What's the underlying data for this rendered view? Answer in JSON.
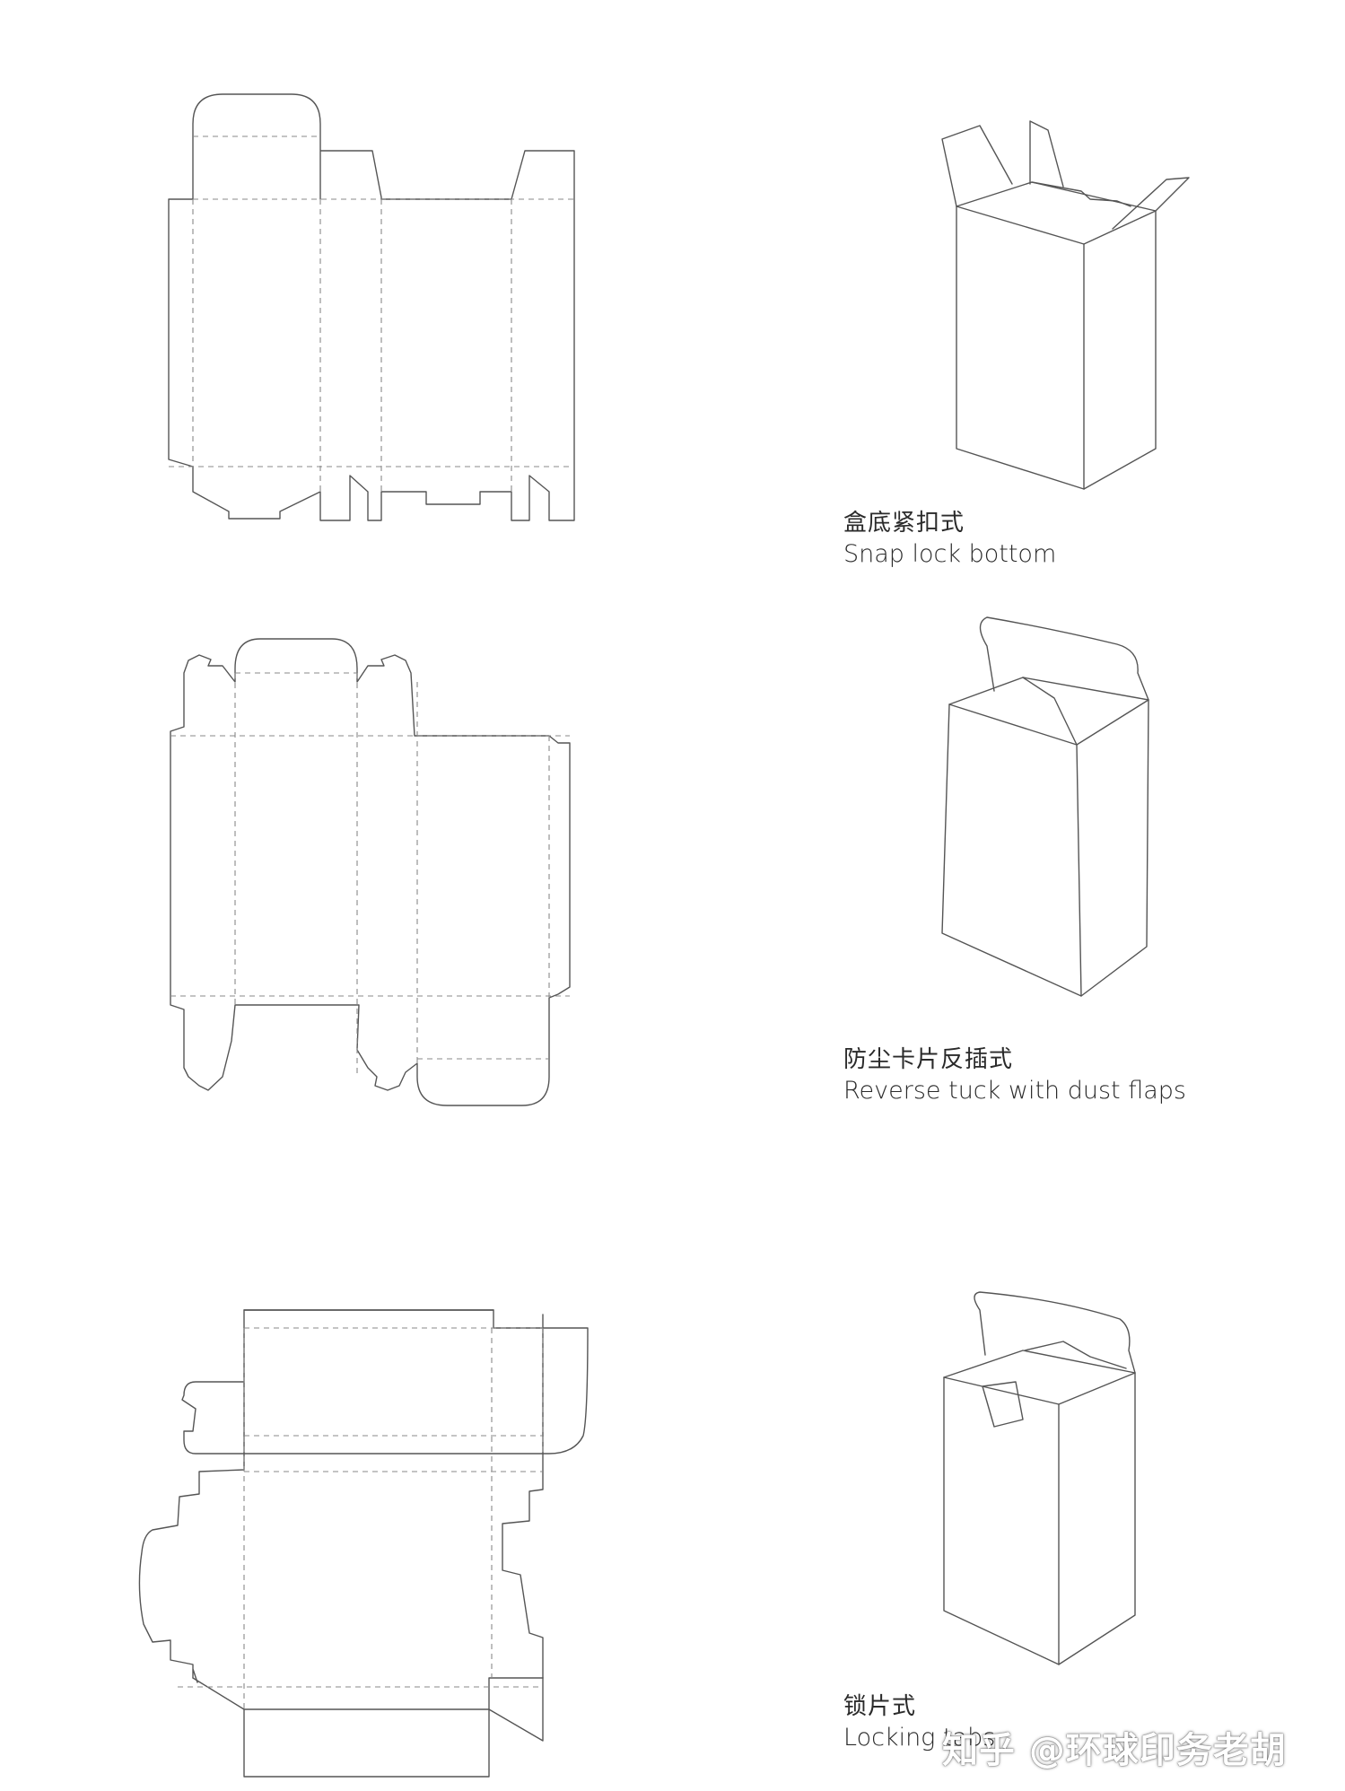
{
  "captions": [
    {
      "zh": "盒底紧扣式",
      "en": "Snap lock bottom"
    },
    {
      "zh": "防尘卡片反插式",
      "en": "Reverse tuck with dust flaps"
    },
    {
      "zh": "锁片式",
      "en": "Locking tabs"
    }
  ],
  "watermark": "知乎 @环球印务老胡"
}
